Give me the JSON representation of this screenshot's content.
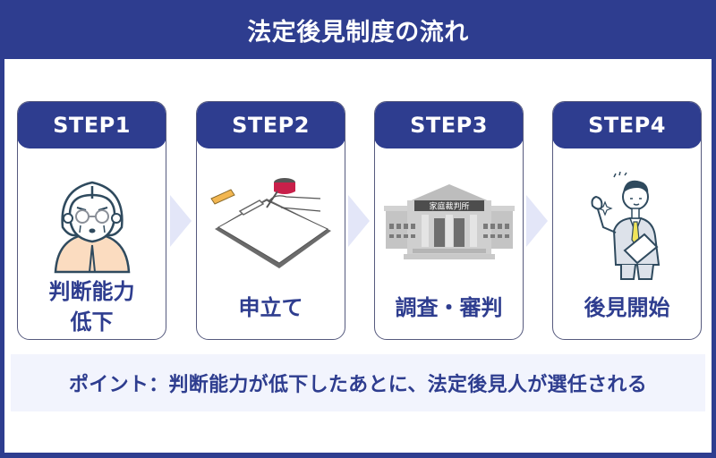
{
  "title": "法定後見制度の流れ",
  "colors": {
    "primary": "#2e3d8f",
    "card_border": "#565a7e",
    "arrow": "#e3e6f8",
    "point_bg": "#f2f4fd",
    "white": "#ffffff"
  },
  "steps": [
    {
      "label": "STEP1",
      "text": [
        "判断能力",
        "低下"
      ],
      "icon": "elderly-woman-worried-icon"
    },
    {
      "label": "STEP2",
      "text": [
        "申立て"
      ],
      "icon": "clipboard-stamp-application-icon"
    },
    {
      "label": "STEP3",
      "text": [
        "調査・審判"
      ],
      "icon": "family-court-building-icon",
      "building_sign": "家庭裁判所"
    },
    {
      "label": "STEP4",
      "text": [
        "後見開始"
      ],
      "icon": "businessman-ok-gesture-icon"
    }
  ],
  "point": "ポイント：判断能力が低下したあとに、法定後見人が選任される"
}
